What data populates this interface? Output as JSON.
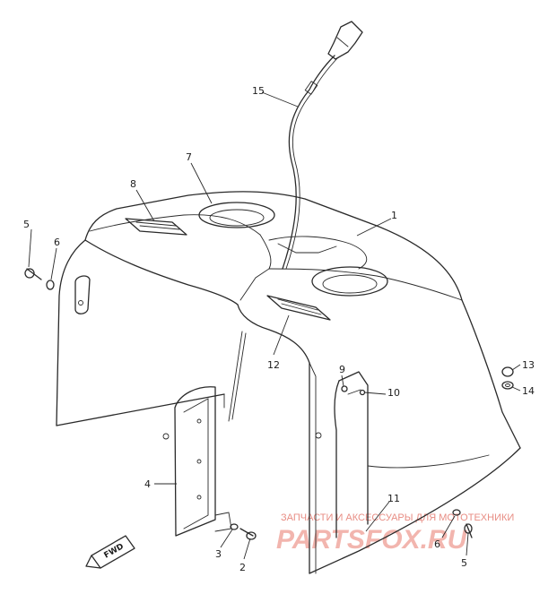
{
  "callouts": [
    {
      "id": "c1",
      "label": "1"
    },
    {
      "id": "c2",
      "label": "2"
    },
    {
      "id": "c3",
      "label": "3"
    },
    {
      "id": "c4",
      "label": "4"
    },
    {
      "id": "c5a",
      "label": "5"
    },
    {
      "id": "c5b",
      "label": "5"
    },
    {
      "id": "c6a",
      "label": "6"
    },
    {
      "id": "c6b",
      "label": "6"
    },
    {
      "id": "c7",
      "label": "7"
    },
    {
      "id": "c8",
      "label": "8"
    },
    {
      "id": "c9",
      "label": "9"
    },
    {
      "id": "c10",
      "label": "10"
    },
    {
      "id": "c11",
      "label": "11"
    },
    {
      "id": "c12",
      "label": "12"
    },
    {
      "id": "c13",
      "label": "13"
    },
    {
      "id": "c14",
      "label": "14"
    },
    {
      "id": "c15",
      "label": "15"
    }
  ],
  "fwd_label": "FWD",
  "watermark": {
    "top_text": "ЗАПЧАСТИ И АКСЕССУАРЫ ДЛЯ МОТОТЕХНИКИ",
    "logo_text": "PARTSFOX.RU"
  },
  "colors": {
    "line": "#2a2a2a",
    "watermark_text": "#e88d84",
    "watermark_logo": "#f2b5ae"
  }
}
